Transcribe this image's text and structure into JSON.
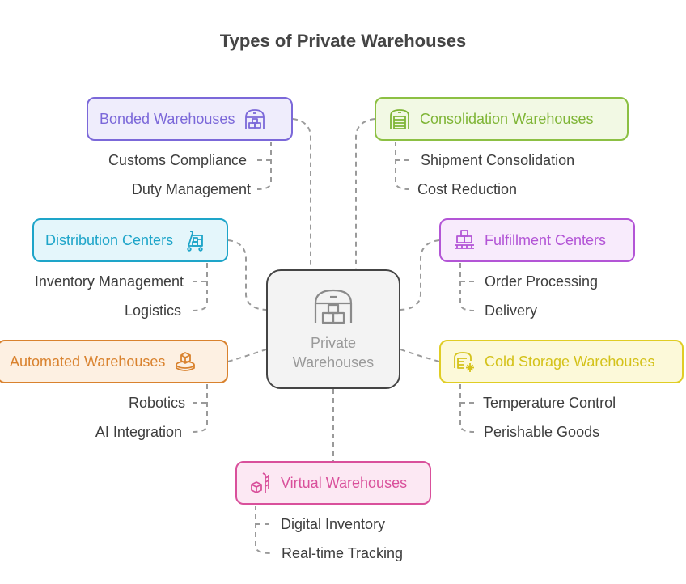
{
  "title": "Types of Private Warehouses",
  "center": {
    "label_line1": "Private",
    "label_line2": "Warehouses",
    "icon": "warehouse-icon"
  },
  "branches": [
    {
      "id": "bonded",
      "label": "Bonded Warehouses",
      "icon": "bonded-warehouse-icon",
      "color": "#7b68d9",
      "fill": "#efedfc",
      "children": [
        "Customs Compliance",
        "Duty Management"
      ]
    },
    {
      "id": "consolidation",
      "label": "Consolidation Warehouses",
      "icon": "garage-warehouse-icon",
      "color": "#7fb536",
      "fill": "#f2f9e4",
      "children": [
        "Shipment Consolidation",
        "Cost Reduction"
      ]
    },
    {
      "id": "distribution",
      "label": "Distribution Centers",
      "icon": "cart-boxes-icon",
      "color": "#1ea5c9",
      "fill": "#e4f6fb",
      "children": [
        "Inventory Management",
        "Logistics"
      ]
    },
    {
      "id": "fulfillment",
      "label": "Fulfillment Centers",
      "icon": "pallet-boxes-icon",
      "color": "#b355d6",
      "fill": "#f8ebfc",
      "children": [
        "Order Processing",
        "Delivery"
      ]
    },
    {
      "id": "automated",
      "label": "Automated Warehouses",
      "icon": "robot-box-icon",
      "color": "#d9822e",
      "fill": "#fdf0e2",
      "children": [
        "Robotics",
        "AI Integration"
      ]
    },
    {
      "id": "cold",
      "label": "Cold Storage Warehouses",
      "icon": "snowflake-warehouse-icon",
      "color": "#d4c21a",
      "fill": "#fcf9d9",
      "children": [
        "Temperature Control",
        "Perishable Goods"
      ]
    },
    {
      "id": "virtual",
      "label": "Virtual Warehouses",
      "icon": "hand-truck-box-icon",
      "color": "#d9509b",
      "fill": "#fce8f3",
      "children": [
        "Digital Inventory",
        "Real-time Tracking"
      ]
    }
  ]
}
